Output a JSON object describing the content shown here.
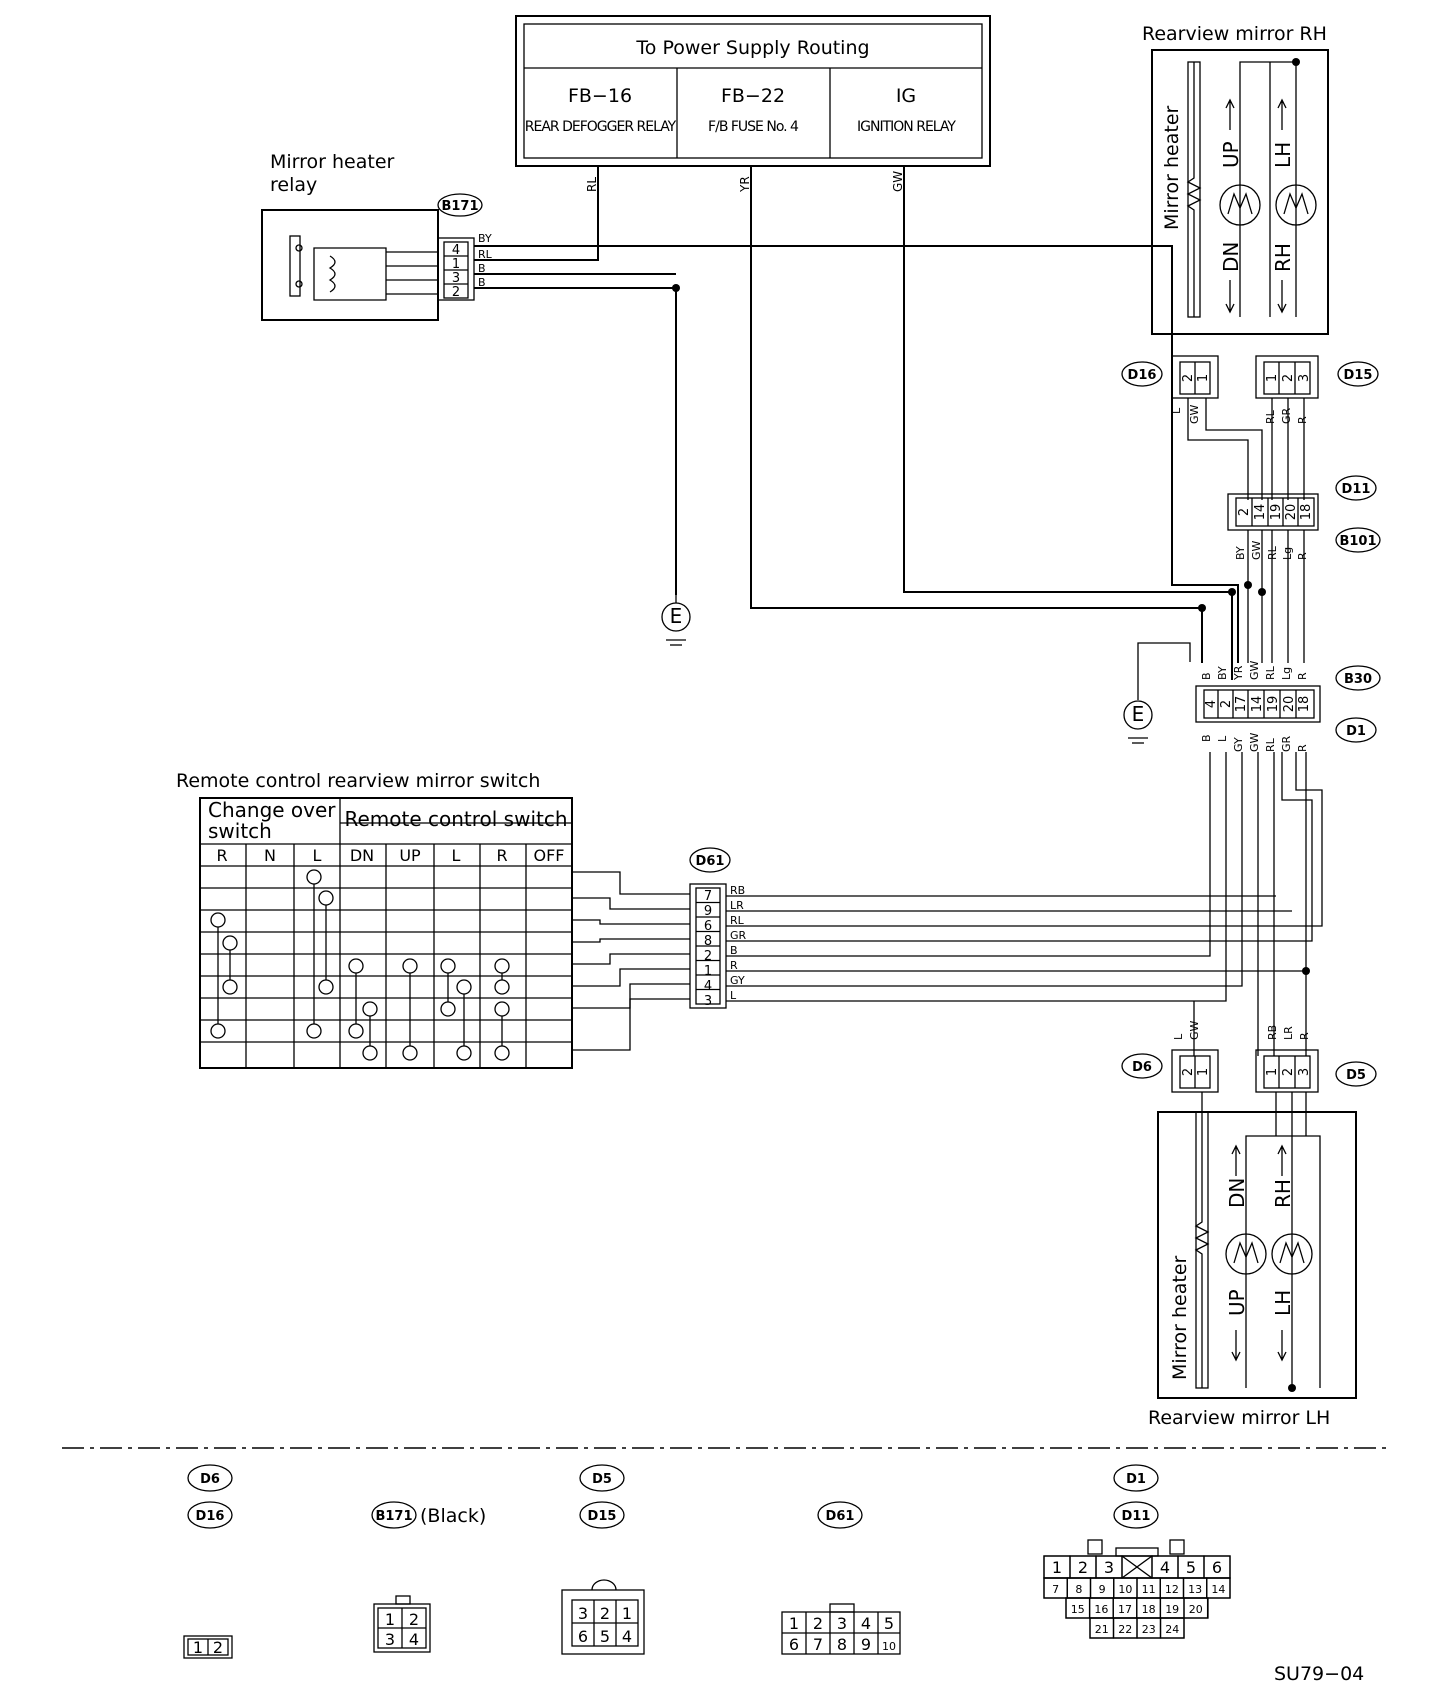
{
  "power": {
    "title": "To Power Supply Routing",
    "cells": [
      {
        "code": "FB−16",
        "desc": "REAR DEFOGGER RELAY"
      },
      {
        "code": "FB−22",
        "desc": "F/B FUSE No. 4"
      },
      {
        "code": "IG",
        "desc": "IGNITION RELAY"
      }
    ],
    "wires": [
      "RL",
      "YR",
      "GW"
    ]
  },
  "relay": {
    "title_line1": "Mirror heater",
    "title_line2": "relay",
    "connector": "B171",
    "pins": [
      "4",
      "1",
      "3",
      "2"
    ],
    "wires": [
      "BY",
      "RL",
      "B",
      "B"
    ]
  },
  "mirror_rh": {
    "title": "Rearview mirror RH",
    "heater": "Mirror heater",
    "up": "UP",
    "dn": "DN",
    "lh": "LH",
    "rh": "RH"
  },
  "mirror_lh": {
    "title": "Rearview mirror LH",
    "heater": "Mirror heater",
    "up": "UP",
    "dn": "DN",
    "lh": "LH",
    "rh": "RH"
  },
  "connectors": {
    "D16": {
      "label": "D16",
      "pins": [
        "2",
        "1"
      ],
      "wires": [
        "L",
        "GW"
      ]
    },
    "D15": {
      "label": "D15",
      "pins": [
        "1",
        "2",
        "3"
      ],
      "wires": [
        "RL",
        "GR",
        "R"
      ]
    },
    "D11": {
      "label": "D11",
      "pins": [
        "2",
        "14",
        "19",
        "20",
        "18"
      ]
    },
    "B101": {
      "label": "B101",
      "wires": [
        "BY",
        "GW",
        "RL",
        "Lg",
        "R"
      ]
    },
    "B30": {
      "label": "B30",
      "wires": [
        "B",
        "BY",
        "YR",
        "GW",
        "RL",
        "Lg",
        "R"
      ]
    },
    "D1": {
      "label": "D1",
      "pins": [
        "4",
        "2",
        "17",
        "14",
        "19",
        "20",
        "18"
      ],
      "wires": [
        "B",
        "L",
        "GY",
        "GW",
        "RL",
        "GR",
        "R"
      ]
    },
    "D61": {
      "label": "D61",
      "pins": [
        "7",
        "9",
        "6",
        "8",
        "2",
        "1",
        "4",
        "3"
      ],
      "wires": [
        "RB",
        "LR",
        "RL",
        "GR",
        "B",
        "R",
        "GY",
        "L"
      ]
    },
    "D6": {
      "label": "D6",
      "pins": [
        "2",
        "1"
      ],
      "wires": [
        "L",
        "GW"
      ]
    },
    "D5": {
      "label": "D5",
      "pins": [
        "1",
        "2",
        "3"
      ],
      "wires": [
        "RB",
        "LR",
        "R"
      ]
    }
  },
  "ground": "E",
  "switch": {
    "title": "Remote control rearview mirror switch",
    "changeover_line1": "Change over",
    "changeover_line2": "switch",
    "remote": "Remote control switch",
    "cols": [
      "R",
      "N",
      "L",
      "DN",
      "UP",
      "L",
      "R",
      "OFF"
    ]
  },
  "legend": {
    "d6": "D6",
    "d16": "D16",
    "b171": "B171",
    "black": "(Black)",
    "d5": "D5",
    "d15": "D15",
    "d61": "D61",
    "d1": "D1",
    "d11": "D11",
    "face2": [
      "1",
      "2"
    ],
    "face4": [
      "1",
      "2",
      "3",
      "4"
    ],
    "face6": [
      "3",
      "2",
      "1",
      "6",
      "5",
      "4"
    ],
    "face10": [
      "1",
      "2",
      "3",
      "4",
      "5",
      "6",
      "7",
      "8",
      "9",
      "10"
    ],
    "face24_r1": [
      "1",
      "2",
      "3",
      "4",
      "5",
      "6"
    ],
    "face24_r2": [
      "7",
      "8",
      "9",
      "10",
      "11",
      "12",
      "13",
      "14"
    ],
    "face24_r3": [
      "15",
      "16",
      "17",
      "18",
      "19",
      "20"
    ],
    "face24_r4": [
      "21",
      "22",
      "23",
      "24"
    ]
  },
  "figure_code": "SU79−04"
}
